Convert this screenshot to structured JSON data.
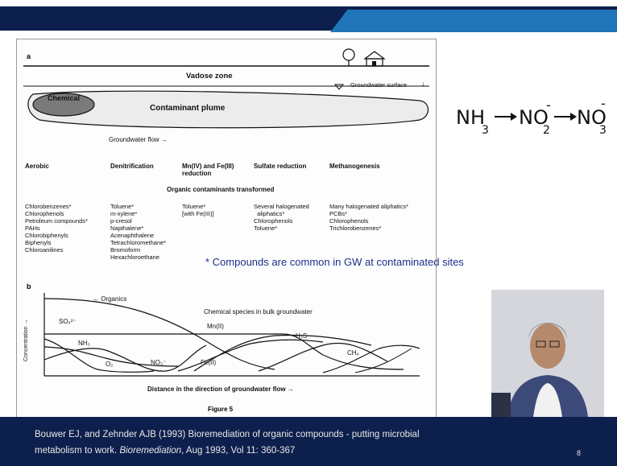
{
  "figure": {
    "panel_a_label": "a",
    "panel_b_label": "b",
    "vadose_zone": "Vadose zone",
    "groundwater_surface": "Groundwater surface",
    "chemical": "Chemical",
    "contaminant_plume": "Contaminant plume",
    "groundwater_flow": "Groundwater flow →",
    "headers": [
      "Aerobic",
      "Denitrification",
      "Mn(IV) and Fe(III)\nreduction",
      "Sulfate reduction",
      "Methanogenesis"
    ],
    "transformed_title": "Organic contaminants transformed",
    "columns": [
      [
        "Chlorobenzenes*",
        "Chlorophenols",
        "Petroleum compounds*",
        "PAHs",
        "Chlorobiphenyls",
        "Biphenyls",
        "Chloroanilines"
      ],
      [
        "Toluene*",
        "m-xylene*",
        "p-cresol",
        "Napthalene*",
        "Acenaphthalene",
        "Tetrachloromethane*",
        "Bromoform",
        "Hexachloroethane"
      ],
      [
        "Toluene*",
        "[with Fe(III)]"
      ],
      [
        "Several halogenated",
        "  aliphatics*",
        "Chlorophenols",
        "Toluene*"
      ],
      [
        "Many halogenated aliphatics*",
        "PCBs*",
        "Chlorophenols",
        "Trichlorobenzenes*"
      ]
    ],
    "panel_b": {
      "organics": "← Organics",
      "species_title": "Chemical species in bulk groundwater",
      "y_label": "Concentration →",
      "x_label": "Distance in the direction of groundwater flow →",
      "so4": "SO₄²⁻",
      "nh3": "NH₃",
      "o2": "O₂",
      "no3": "NO₃⁻",
      "fe2": "Fe(II)",
      "mn2": "Mn(II)",
      "h2s": "H₂S",
      "ch4": "CH₄"
    },
    "caption": "Figure 5"
  },
  "note": "* Compounds are common in GW at contaminated sites",
  "footer": {
    "line1": "Bouwer EJ, and Zehnder AJB (1993) Bioremediation of organic compounds - putting microbial",
    "line2_a": "metabolism to work. ",
    "line2_italic": "Bioremediation",
    "line2_b": ", Aug 1993, Vol 11: 360-367",
    "page": "8"
  },
  "handwriting": {
    "nh": "NH",
    "sub3": "3",
    "no": "NO",
    "sub2": "2",
    "sub3b": "3",
    "minus": "-"
  }
}
